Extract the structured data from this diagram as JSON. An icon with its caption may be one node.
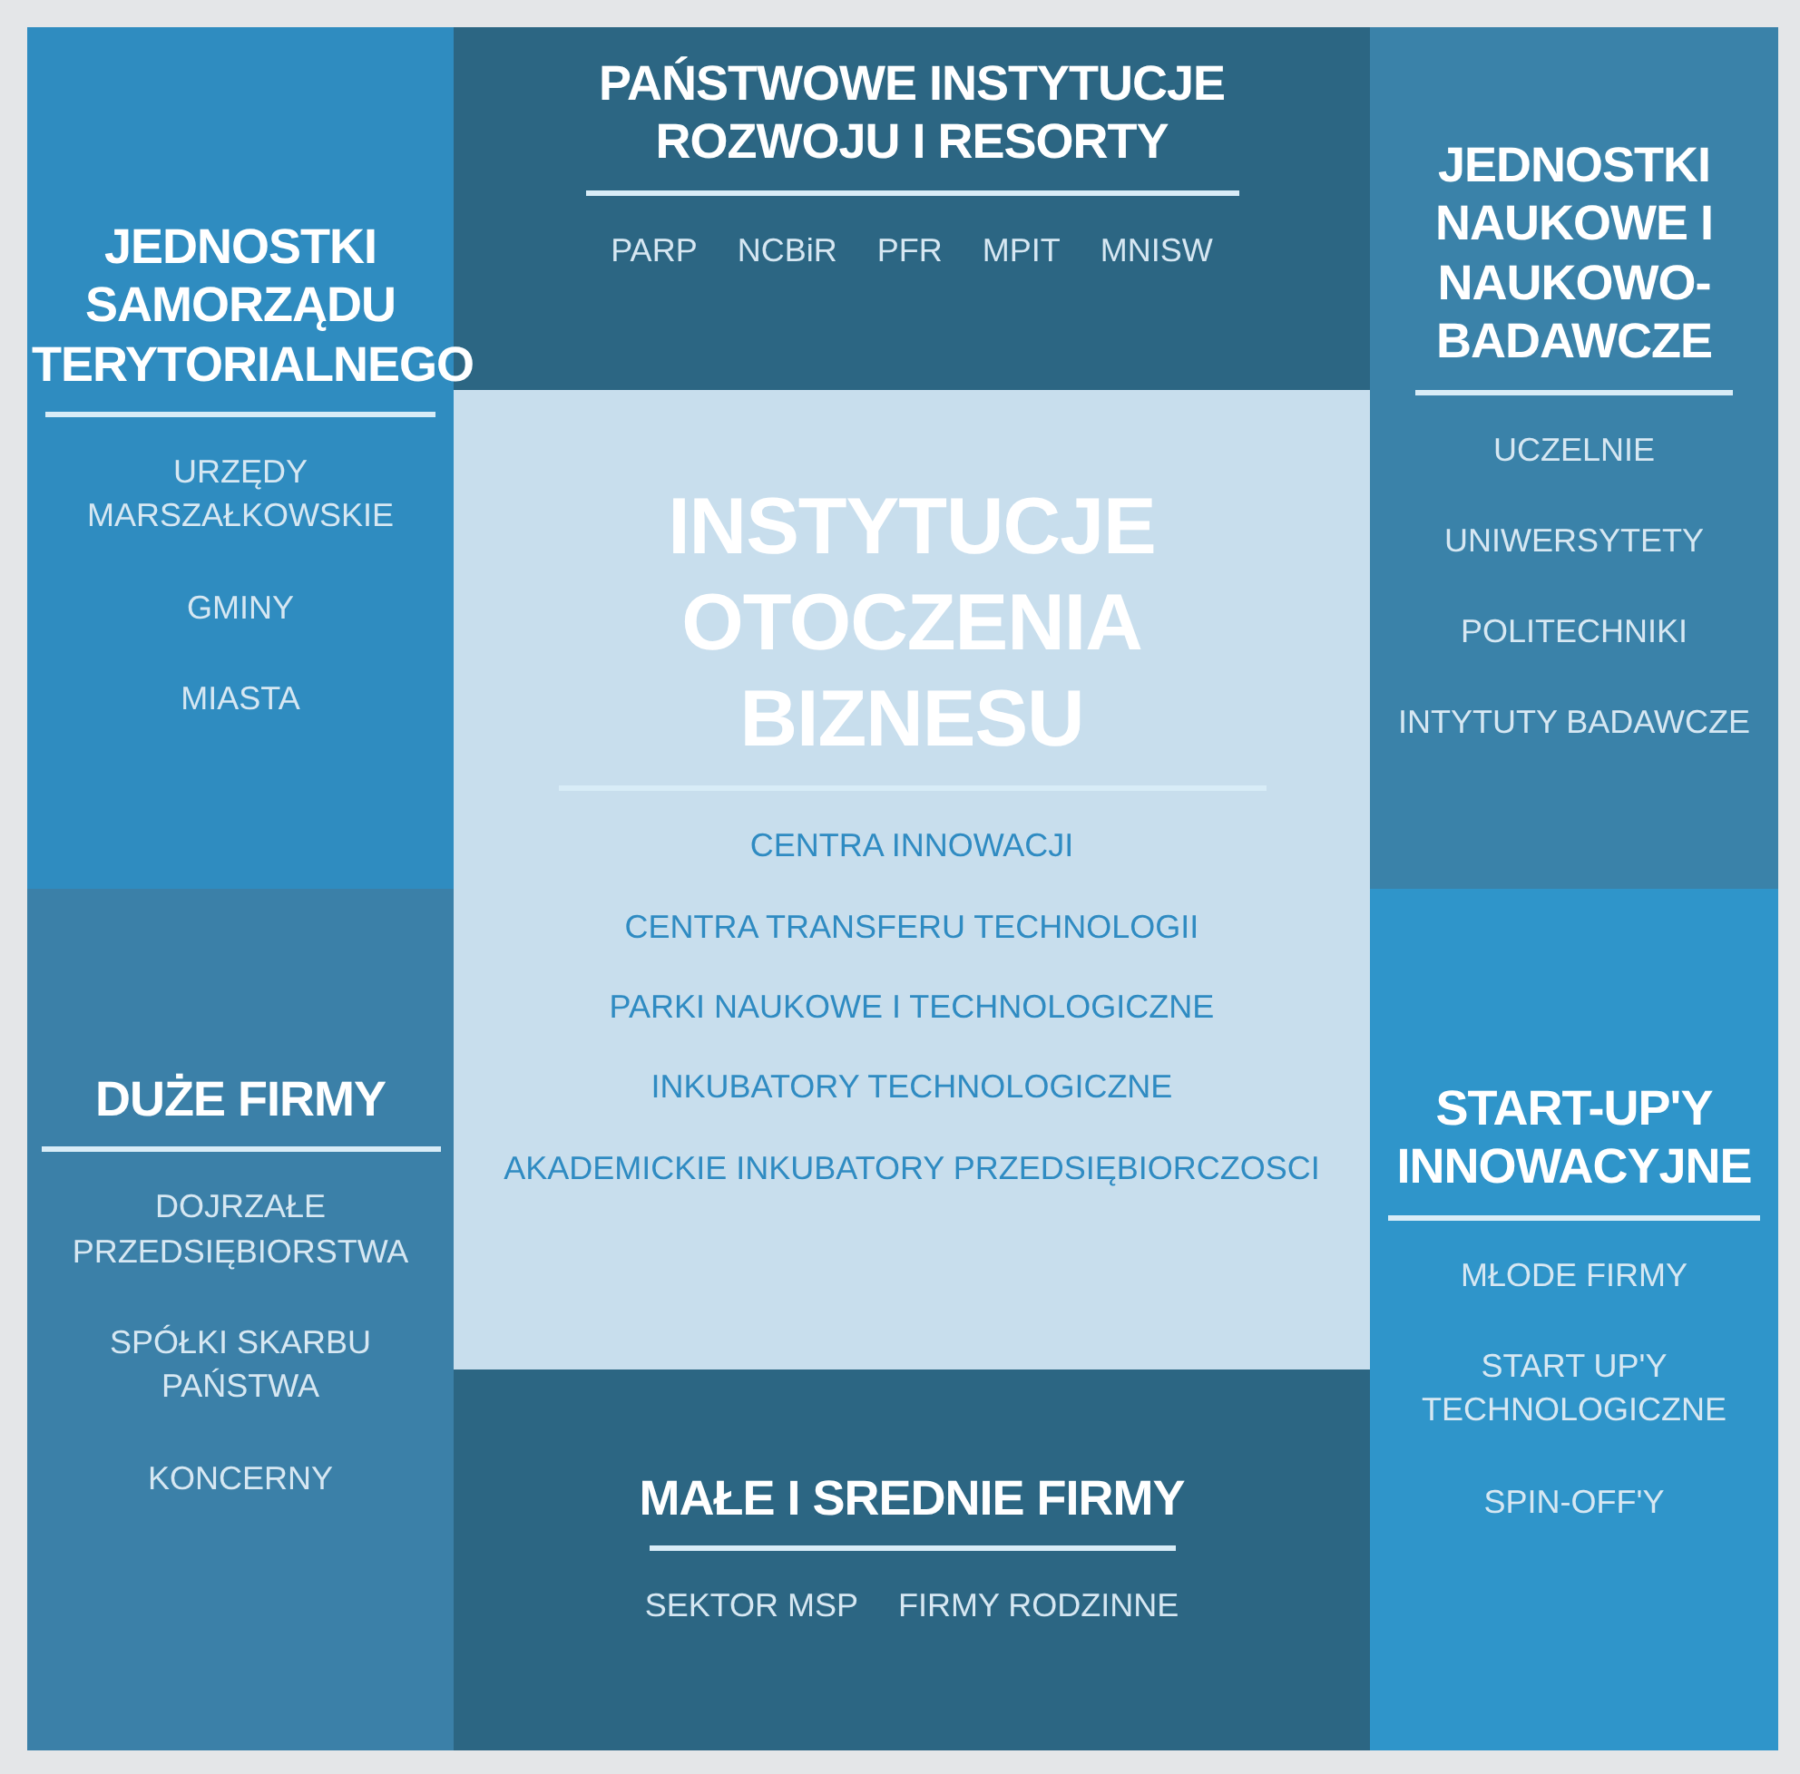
{
  "diagram": {
    "nodes": [
      {
        "text": [
          "PAŃSTWOWE INSTYTUCJE ROZWOJU I RESORTY",
          "PARP",
          "NCBiR",
          "PFR",
          "MPIT",
          "MNISW"
        ]
      },
      {
        "text": [
          "JEDNOSTKI SAMORZĄDU TERYTORIALNEGO",
          "URZĘDY MARSZAŁKOWSKIE",
          "GMINY",
          "MIASTA"
        ]
      },
      {
        "text": [
          "JEDNOSTKI NAUKOWE I NAUKOWO-BADAWCZE",
          "UCZELNIE",
          "UNIWERSYTETY",
          "POLITECHNIKI",
          "INTYTUTY BADAWCZE"
        ]
      },
      {
        "text": [
          "INSTYTUCJE OTOCZENIA BIZNESU",
          "CENTRA INNOWACJI",
          "CENTRA TRANSFERU TECHNOLOGII",
          "PARKI NAUKOWE I TECHNOLOGICZNE",
          "INKUBATORY TECHNOLOGICZNE",
          "AKADEMICKIE INKUBATORY PRZEDSIĘBIORCZOSCI"
        ]
      },
      {
        "text": [
          "DUŻE FIRMY",
          "DOJRZAŁE PRZEDSIĘBIORSTWA",
          "SPÓŁKI SKARBU PAŃSTWA",
          "KONCERNY"
        ]
      },
      {
        "text": [
          "START-UP'Y INNOWACYJNE",
          "MŁODE FIRMY",
          "START UP'Y TECHNOLOGICZNE",
          "SPIN-OFF'Y"
        ]
      },
      {
        "text": [
          "MAŁE I SREDNIE FIRMY",
          "SEKTOR MSP",
          "FIRMY RODZINNE"
        ]
      }
    ]
  }
}
